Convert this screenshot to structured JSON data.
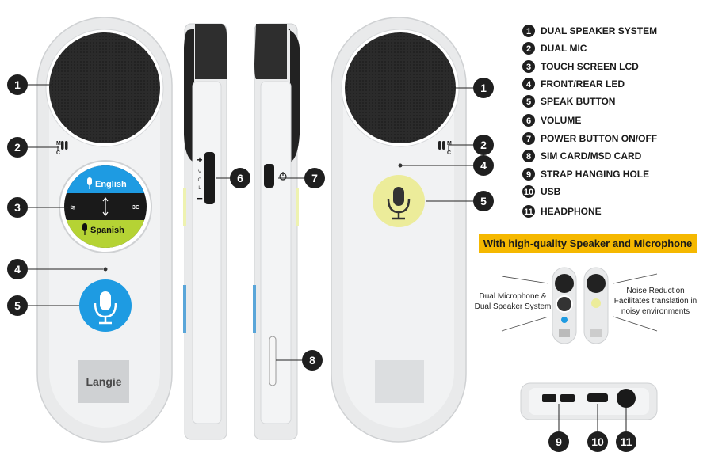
{
  "legend": [
    {
      "num": "1",
      "label": "DUAL SPEAKER SYSTEM"
    },
    {
      "num": "2",
      "label": "DUAL MIC"
    },
    {
      "num": "3",
      "label": "TOUCH SCREEN LCD"
    },
    {
      "num": "4",
      "label": "FRONT/REAR LED"
    },
    {
      "num": "5",
      "label": "SPEAK BUTTON"
    },
    {
      "num": "6",
      "label": "VOLUME"
    },
    {
      "num": "7",
      "label": "POWER BUTTON ON/OFF"
    },
    {
      "num": "8",
      "label": "SIM CARD/MSD CARD"
    },
    {
      "num": "9",
      "label": "STRAP HANGING HOLE"
    },
    {
      "num": "10",
      "label": "USB"
    },
    {
      "num": "11",
      "label": "HEADPHONE"
    }
  ],
  "banner": "With high-quality Speaker and Microphone",
  "front": {
    "lang_top": "English",
    "lang_bottom": "Spanish",
    "network": "3G",
    "brand": "Langie",
    "mic_label": "MIC"
  },
  "side": {
    "vol_plus": "+",
    "vol_letters": [
      "V",
      "O",
      "L"
    ],
    "vol_minus": "−"
  },
  "callouts": {
    "left_line1": "Dual Microphone &",
    "left_line2": "Dual Speaker System",
    "right_line1": "Noise Reduction",
    "right_line2": "Facilitates translation in",
    "right_line3": "noisy environments"
  },
  "colors": {
    "marker": "#1f1f1f",
    "device_body": "#e9eaeb",
    "speaker": "#2a2a2a",
    "speak_button_front": "#1e9be2",
    "speak_button_back": "#ecec9a",
    "lang_top_bg": "#1e9be2",
    "lang_bottom_bg": "#b5d334",
    "banner": "#f5b800"
  }
}
